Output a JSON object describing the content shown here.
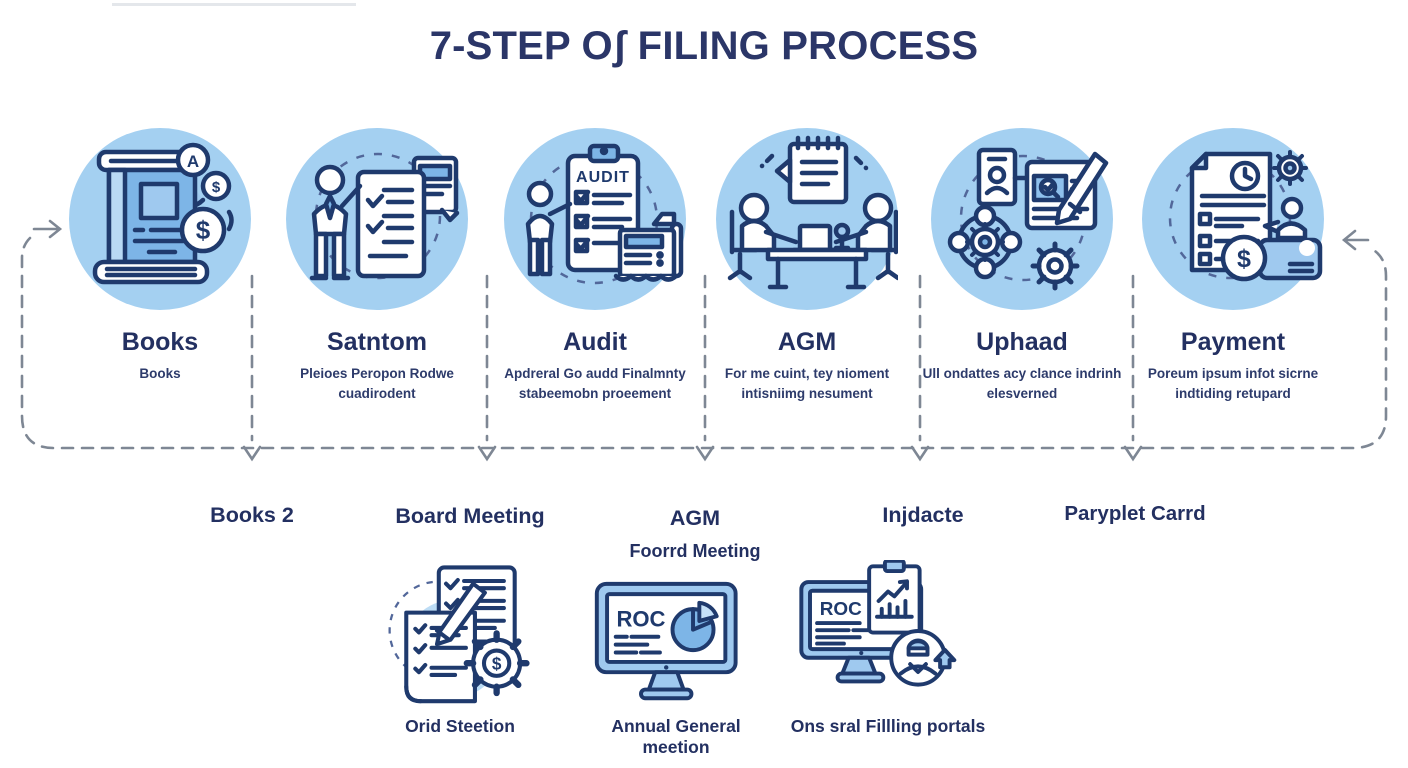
{
  "title": "7-STEP Oʃ FILING PROCESS",
  "colors": {
    "circle_fill": "#a4d0f1",
    "icon_stroke": "#1f3a6d",
    "mid_blue": "#7db5e7",
    "light_blue": "#c6e1f8",
    "text_navy": "#233061",
    "dash_gray": "#7e8794"
  },
  "steps": [
    {
      "label": "Books",
      "desc": "Books"
    },
    {
      "label": "Satntom",
      "desc": "Pleioes Peropon Rodwe cuadirodent"
    },
    {
      "label": "Audit",
      "desc": "Apdreral Go audd Finalmnty stabeemobn proeement",
      "badge": "AUDIT"
    },
    {
      "label": "AGM",
      "desc": "For me cuint, tey nioment intisniimg nesument"
    },
    {
      "label": "Uphaad",
      "desc": "Ull ondattes acy clance indrinh elesverned"
    },
    {
      "label": "Payment",
      "desc": "Poreum ipsum infot sicrne indtiding retupard"
    }
  ],
  "flow_labels": [
    {
      "label": "Books 2"
    },
    {
      "label": "Board Meeting"
    },
    {
      "label": "AGM",
      "sub": "Foorrd Meeting"
    },
    {
      "label": "Injdacte"
    },
    {
      "label": "Paryplet Carrd"
    }
  ],
  "bottom_items": [
    {
      "caption": "Orid Steetion"
    },
    {
      "caption": "Annual General meetion",
      "screen": "ROC"
    },
    {
      "caption": "Ons sral Fillling portals",
      "screen": "ROC"
    }
  ],
  "glyphs": {
    "dollar": "$",
    "letter_a": "A"
  }
}
